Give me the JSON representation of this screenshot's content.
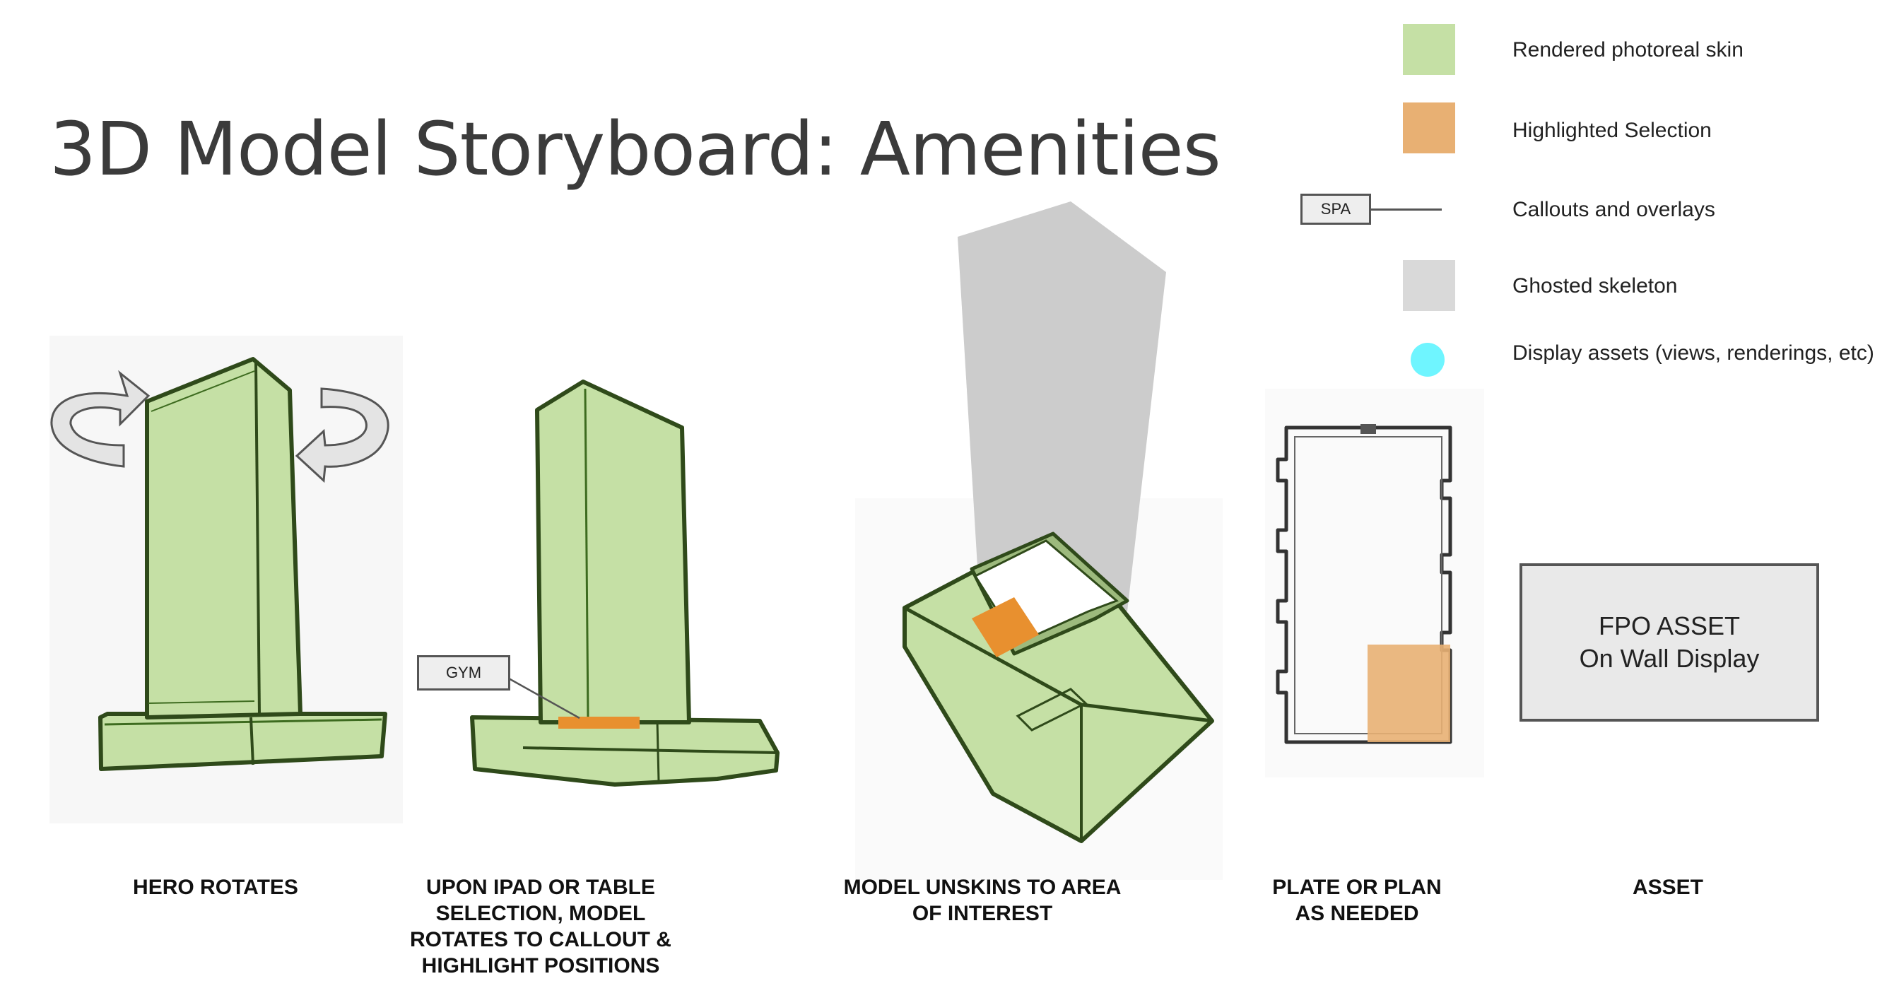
{
  "title": "3D Model Storyboard: Amenities",
  "legend": {
    "items": [
      {
        "label": "Rendered photoreal skin",
        "icon": "green-swatch",
        "color": "#c5e0a5"
      },
      {
        "label": "Highlighted Selection",
        "icon": "orange-swatch",
        "color": "#e8b073"
      },
      {
        "label": "Callouts and overlays",
        "icon": "callout-box",
        "sample_text": "SPA"
      },
      {
        "label": "Ghosted skeleton",
        "icon": "gray-swatch",
        "color": "#d9d9d9"
      },
      {
        "label": "Display  assets (views, renderings, etc)",
        "icon": "cyan-circle",
        "color": "#6ff5ff"
      }
    ]
  },
  "panels": {
    "hero": {
      "caption_lines": [
        "HERO ROTATES"
      ]
    },
    "selection": {
      "caption_lines": [
        "UPON IPAD OR TABLE",
        "SELECTION, MODEL",
        "ROTATES TO CALLOUT &",
        "HIGHLIGHT POSITIONS"
      ],
      "callout_label": "GYM"
    },
    "unskin": {
      "caption_lines": [
        "MODEL UNSKINS TO AREA",
        "OF INTEREST"
      ]
    },
    "plate": {
      "caption_lines": [
        "PLATE OR PLAN",
        "AS NEEDED"
      ]
    },
    "asset": {
      "caption_lines": [
        "ASSET"
      ],
      "box_lines": [
        "FPO ASSET",
        "On Wall Display"
      ]
    }
  },
  "colors": {
    "skin": "#c5e0a5",
    "outline": "#3d6b1f",
    "highlight": "#e8902f",
    "plan_highlight": "#e8b073",
    "ghost": "#cccccc",
    "cyan": "#6ff5ff"
  }
}
